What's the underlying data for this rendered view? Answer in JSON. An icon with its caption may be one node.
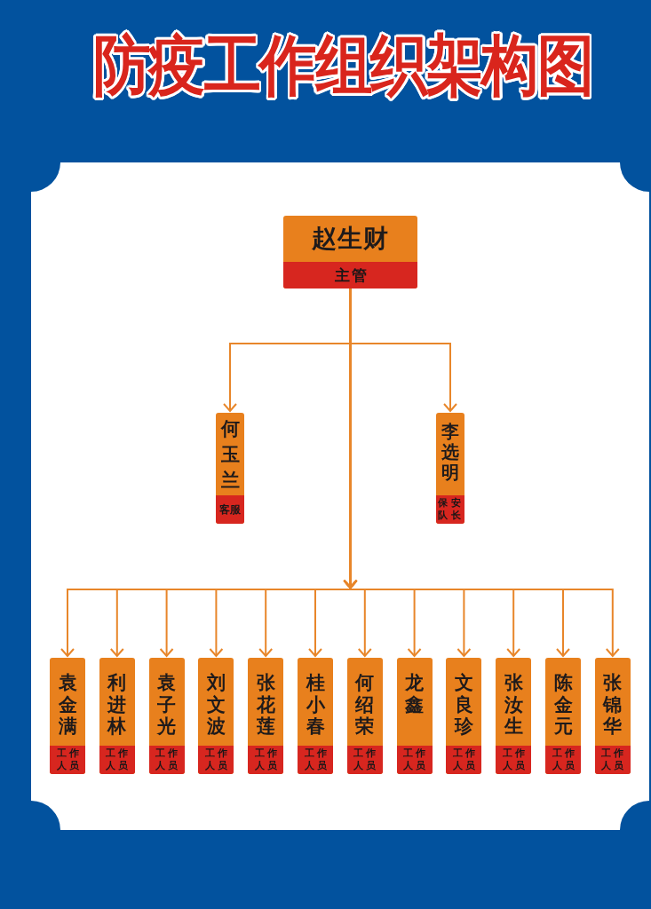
{
  "diagram": {
    "title": "防疫工作组织架构图",
    "nodes": [
      {
        "text": [
          "赵生财",
          "主管"
        ]
      },
      {
        "text": [
          "何玉兰",
          "客服"
        ]
      },
      {
        "text": [
          "李选明",
          "保安队长"
        ]
      },
      {
        "text": [
          "袁金满",
          "工作人员"
        ]
      },
      {
        "text": [
          "利进林",
          "工作人员"
        ]
      },
      {
        "text": [
          "袁子光",
          "工作人员"
        ]
      },
      {
        "text": [
          "刘文波",
          "工作人员"
        ]
      },
      {
        "text": [
          "张花莲",
          "工作人员"
        ]
      },
      {
        "text": [
          "桂小春",
          "工作人员"
        ]
      },
      {
        "text": [
          "何绍荣",
          "工作人员"
        ]
      },
      {
        "text": [
          "龙鑫",
          "工作人员"
        ]
      },
      {
        "text": [
          "文良珍",
          "工作人员"
        ]
      },
      {
        "text": [
          "张汝生",
          "工作人员"
        ]
      },
      {
        "text": [
          "陈金元",
          "工作人员"
        ]
      },
      {
        "text": [
          "张锦华",
          "工作人员"
        ]
      }
    ],
    "edges": [
      {
        "from": 0,
        "to": 1,
        "arrow": "to"
      },
      {
        "from": 0,
        "to": 2,
        "arrow": "to"
      },
      {
        "from": 0,
        "to": 3,
        "arrow": "to"
      },
      {
        "from": 0,
        "to": 4,
        "arrow": "to"
      },
      {
        "from": 0,
        "to": 5,
        "arrow": "to"
      },
      {
        "from": 0,
        "to": 6,
        "arrow": "to"
      },
      {
        "from": 0,
        "to": 7,
        "arrow": "to"
      },
      {
        "from": 0,
        "to": 8,
        "arrow": "to"
      },
      {
        "from": 0,
        "to": 9,
        "arrow": "to"
      },
      {
        "from": 0,
        "to": 10,
        "arrow": "to"
      },
      {
        "from": 0,
        "to": 11,
        "arrow": "to"
      },
      {
        "from": 0,
        "to": 12,
        "arrow": "to"
      },
      {
        "from": 0,
        "to": 13,
        "arrow": "to"
      },
      {
        "from": 0,
        "to": 14,
        "arrow": "to"
      }
    ]
  }
}
